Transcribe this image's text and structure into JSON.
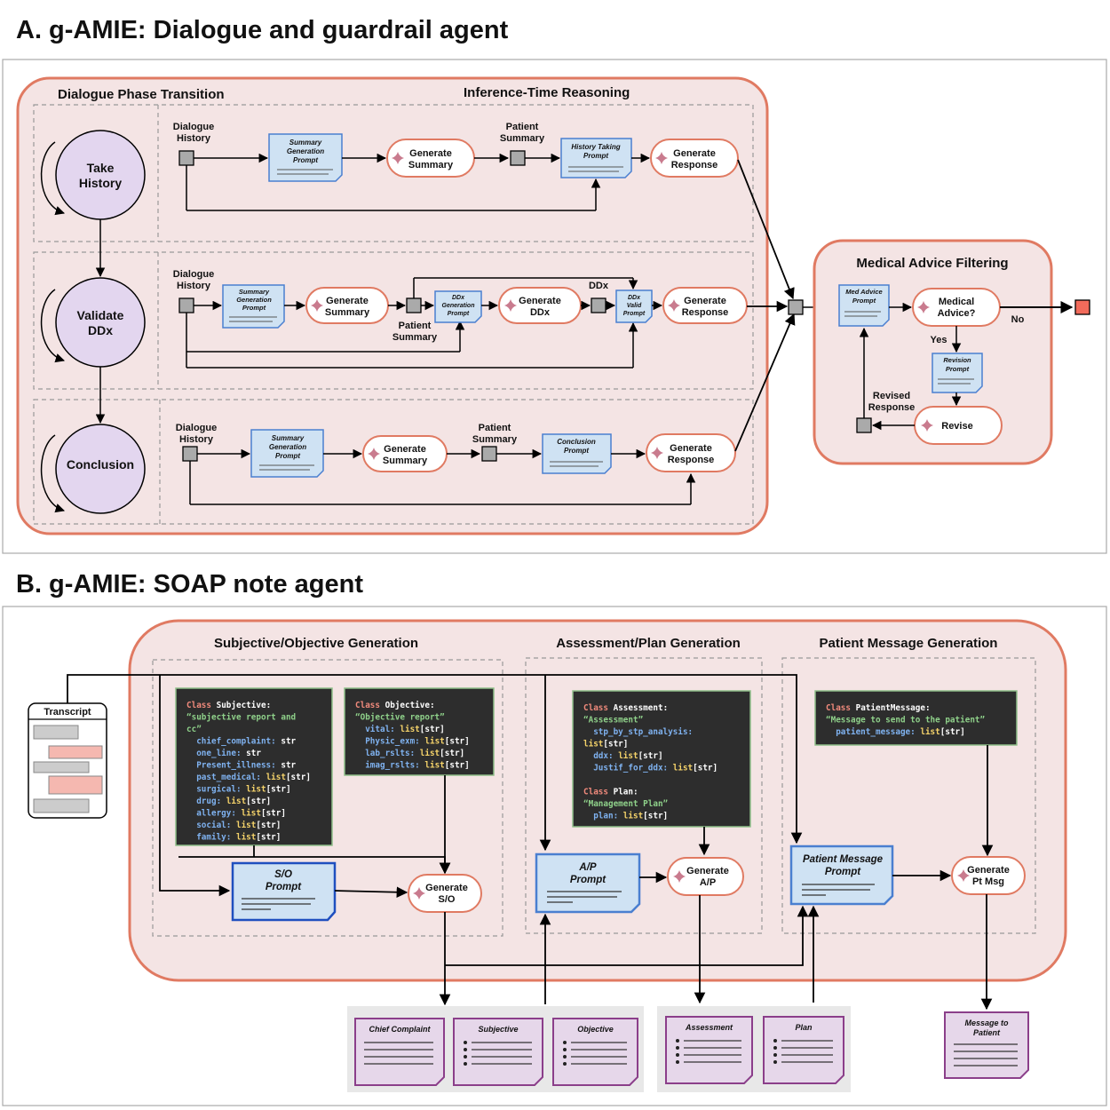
{
  "section_a": {
    "title": "A. g-AMIE: Dialogue and guardrail agent",
    "phase_header": "Dialogue Phase Transition",
    "reasoning_header": "Inference-Time Reasoning",
    "phases": [
      "Take History",
      "Validate DDx",
      "Conclusion"
    ],
    "row1": {
      "dialogue_history": "Dialogue History",
      "summary_prompt": "Summary Generation Prompt",
      "generate_summary": "Generate Summary",
      "patient_summary": "Patient Summary",
      "history_prompt": "History Taking Prompt",
      "generate_response": "Generate Response"
    },
    "row2": {
      "dialogue_history": "Dialogue History",
      "summary_prompt": "Summary Generation Prompt",
      "generate_summary": "Generate Summary",
      "patient_summary": "Patient Summary",
      "ddx_prompt": "DDx Generation Prompt",
      "generate_ddx": "Generate DDx",
      "ddx_label": "DDx",
      "ddx_valid_prompt": "DDx Valid Prompt",
      "generate_response": "Generate Response"
    },
    "row3": {
      "dialogue_history": "Dialogue History",
      "summary_prompt": "Summary Generation Prompt",
      "generate_summary": "Generate Summary",
      "patient_summary": "Patient Summary",
      "conclusion_prompt": "Conclusion Prompt",
      "generate_response": "Generate Response"
    },
    "filter": {
      "title": "Medical Advice Filtering",
      "med_prompt": "Med Advice Prompt",
      "medical_advice": "Medical Advice?",
      "no": "No",
      "yes": "Yes",
      "revision_prompt": "Revision Prompt",
      "revised_response": "Revised Response",
      "revise": "Revise"
    }
  },
  "section_b": {
    "title": "B. g-AMIE: SOAP note agent",
    "so_header": "Subjective/Objective Generation",
    "ap_header": "Assessment/Plan Generation",
    "pm_header": "Patient Message Generation",
    "transcript": "Transcript",
    "code_subjective": [
      [
        [
          "Class ",
          "kw"
        ],
        [
          "Subjective:",
          "w"
        ]
      ],
      [
        [
          "“subjective report and",
          "s"
        ]
      ],
      [
        [
          "cc”",
          "s"
        ]
      ],
      [
        [
          "  chief_complaint: ",
          "f"
        ],
        [
          "str",
          "w"
        ]
      ],
      [
        [
          "  one_line: ",
          "f"
        ],
        [
          "str",
          "w"
        ]
      ],
      [
        [
          "  Present_illness: ",
          "f"
        ],
        [
          "str",
          "w"
        ]
      ],
      [
        [
          "  past_medical: ",
          "f"
        ],
        [
          "list",
          "y"
        ],
        [
          "[str]",
          "w"
        ]
      ],
      [
        [
          "  surgical: ",
          "f"
        ],
        [
          "list",
          "y"
        ],
        [
          "[str]",
          "w"
        ]
      ],
      [
        [
          "  drug: ",
          "f"
        ],
        [
          "list",
          "y"
        ],
        [
          "[str]",
          "w"
        ]
      ],
      [
        [
          "  allergy: ",
          "f"
        ],
        [
          "list",
          "y"
        ],
        [
          "[str]",
          "w"
        ]
      ],
      [
        [
          "  social: ",
          "f"
        ],
        [
          "list",
          "y"
        ],
        [
          "[str]",
          "w"
        ]
      ],
      [
        [
          "  family: ",
          "f"
        ],
        [
          "list",
          "y"
        ],
        [
          "[str]",
          "w"
        ]
      ]
    ],
    "code_objective": [
      [
        [
          "Class ",
          "kw"
        ],
        [
          "Objective:",
          "w"
        ]
      ],
      [
        [
          "“Objective report”",
          "s"
        ]
      ],
      [
        [
          "  vital: ",
          "f"
        ],
        [
          "list",
          "y"
        ],
        [
          "[str]",
          "w"
        ]
      ],
      [
        [
          "  Physic_exm: ",
          "f"
        ],
        [
          "list",
          "y"
        ],
        [
          "[str]",
          "w"
        ]
      ],
      [
        [
          "  lab_rslts: ",
          "f"
        ],
        [
          "list",
          "y"
        ],
        [
          "[str]",
          "w"
        ]
      ],
      [
        [
          "  imag_rslts: ",
          "f"
        ],
        [
          "list",
          "y"
        ],
        [
          "[str]",
          "w"
        ]
      ]
    ],
    "code_assessment": [
      [
        [
          "Class ",
          "kw"
        ],
        [
          "Assessment:",
          "w"
        ]
      ],
      [
        [
          "“Assessment”",
          "s"
        ]
      ],
      [
        [
          "  stp_by_stp_analysis:",
          "f"
        ]
      ],
      [
        [
          "list",
          "y"
        ],
        [
          "[str]",
          "w"
        ]
      ],
      [
        [
          "  ddx: ",
          "f"
        ],
        [
          "list",
          "y"
        ],
        [
          "[str]",
          "w"
        ]
      ],
      [
        [
          "  Justif_for_ddx: ",
          "f"
        ],
        [
          "list",
          "y"
        ],
        [
          "[str]",
          "w"
        ]
      ],
      [
        [
          "",
          ""
        ]
      ],
      [
        [
          "Class ",
          "kw"
        ],
        [
          "Plan:",
          "w"
        ]
      ],
      [
        [
          "“Management Plan”",
          "s"
        ]
      ],
      [
        [
          "  plan: ",
          "f"
        ],
        [
          "list",
          "y"
        ],
        [
          "[str]",
          "w"
        ]
      ]
    ],
    "code_patient": [
      [
        [
          "Class ",
          "kw"
        ],
        [
          "PatientMessage:",
          "w"
        ]
      ],
      [
        [
          "“Message to send to the patient”",
          "s"
        ]
      ],
      [
        [
          "  patient_message: ",
          "f"
        ],
        [
          "list",
          "y"
        ],
        [
          "[str]",
          "w"
        ]
      ]
    ],
    "so_prompt": "S/O Prompt",
    "generate_so": "Generate S/O",
    "ap_prompt": "A/P Prompt",
    "generate_ap": "Generate A/P",
    "pm_prompt": "Patient Message Prompt",
    "generate_pm": "Generate Pt Msg",
    "outputs": [
      "Chief Complaint",
      "Subjective",
      "Objective",
      "Assessment",
      "Plan",
      "Message to Patient"
    ]
  },
  "colors": {
    "panel_fill": "#f4e4e4",
    "panel_stroke": "#e07a62",
    "prompt_fill": "#cfe2f3",
    "prompt_stroke": "#4a7fd0",
    "phase_fill": "#e3d6ef",
    "output_fill": "#e6d7ea",
    "output_stroke": "#8b3f8a",
    "code_bg": "#2d2d2d",
    "final_square": "#f26b5b",
    "sparkle": "#c97b8e"
  }
}
